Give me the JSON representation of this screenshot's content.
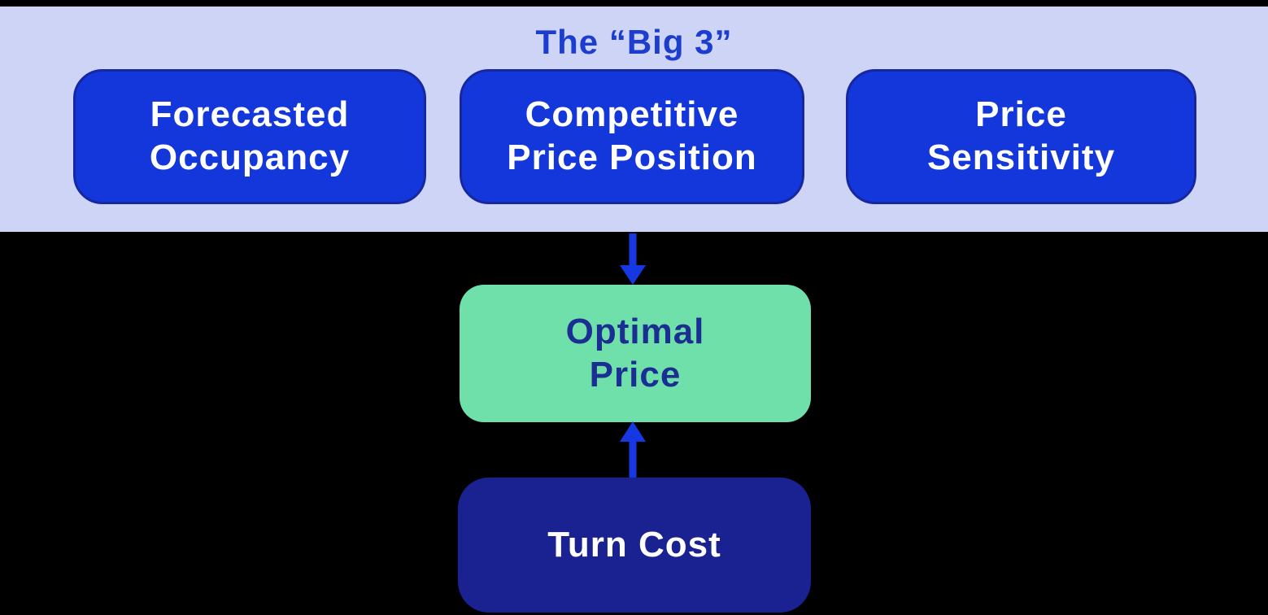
{
  "diagram": {
    "title": "The “Big 3”",
    "big3_band": {
      "boxes": [
        {
          "label": "Forecasted\nOccupancy"
        },
        {
          "label": "Competitive\nPrice Position"
        },
        {
          "label": "Price\nSensitivity"
        }
      ]
    },
    "optimal_price": {
      "label": "Optimal\nPrice"
    },
    "turn_cost": {
      "label": "Turn Cost"
    },
    "arrows": [
      {
        "name": "big3-to-optimal",
        "direction": "down"
      },
      {
        "name": "turncost-to-optimal",
        "direction": "up"
      }
    ]
  },
  "colors": {
    "background": "#000000",
    "band": "#CDD4F6",
    "title_blue": "#1C3DCE",
    "box_blue": "#1337DA",
    "box_border": "#17279F",
    "box_text": "#FFFFFF",
    "arrow_blue": "#1638E3",
    "green": "#70E0AA",
    "navy": "#192290",
    "navy_text": "#1B2E91"
  }
}
